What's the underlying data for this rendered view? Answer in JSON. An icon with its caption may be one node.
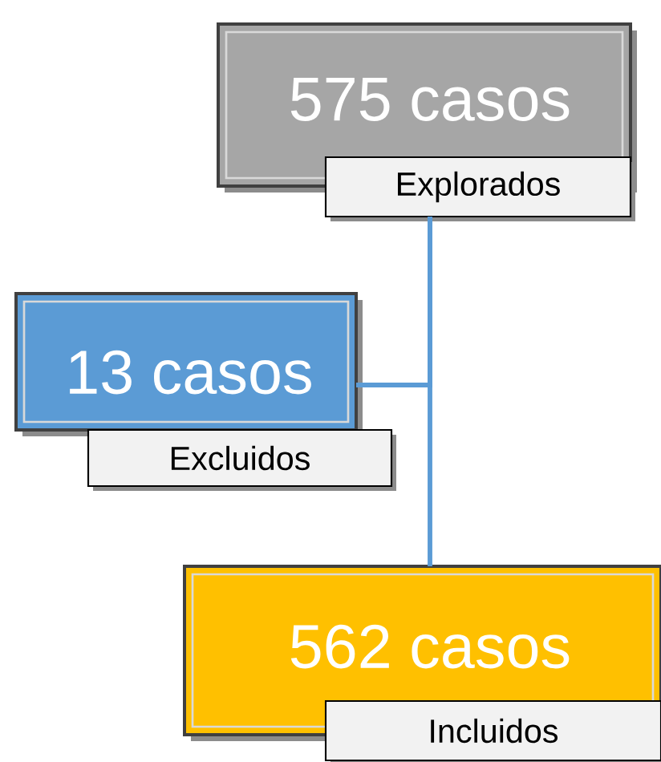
{
  "diagram": {
    "nodes": [
      {
        "text": [
          "575 casos",
          "Explorados"
        ]
      },
      {
        "text": [
          "13 casos",
          "Excluidos"
        ]
      },
      {
        "text": [
          "562 casos",
          "Incluidos"
        ]
      }
    ],
    "edges": [
      {
        "from": 0,
        "to": 1,
        "arrow": "none"
      },
      {
        "from": 0,
        "to": 2,
        "arrow": "none"
      }
    ]
  }
}
